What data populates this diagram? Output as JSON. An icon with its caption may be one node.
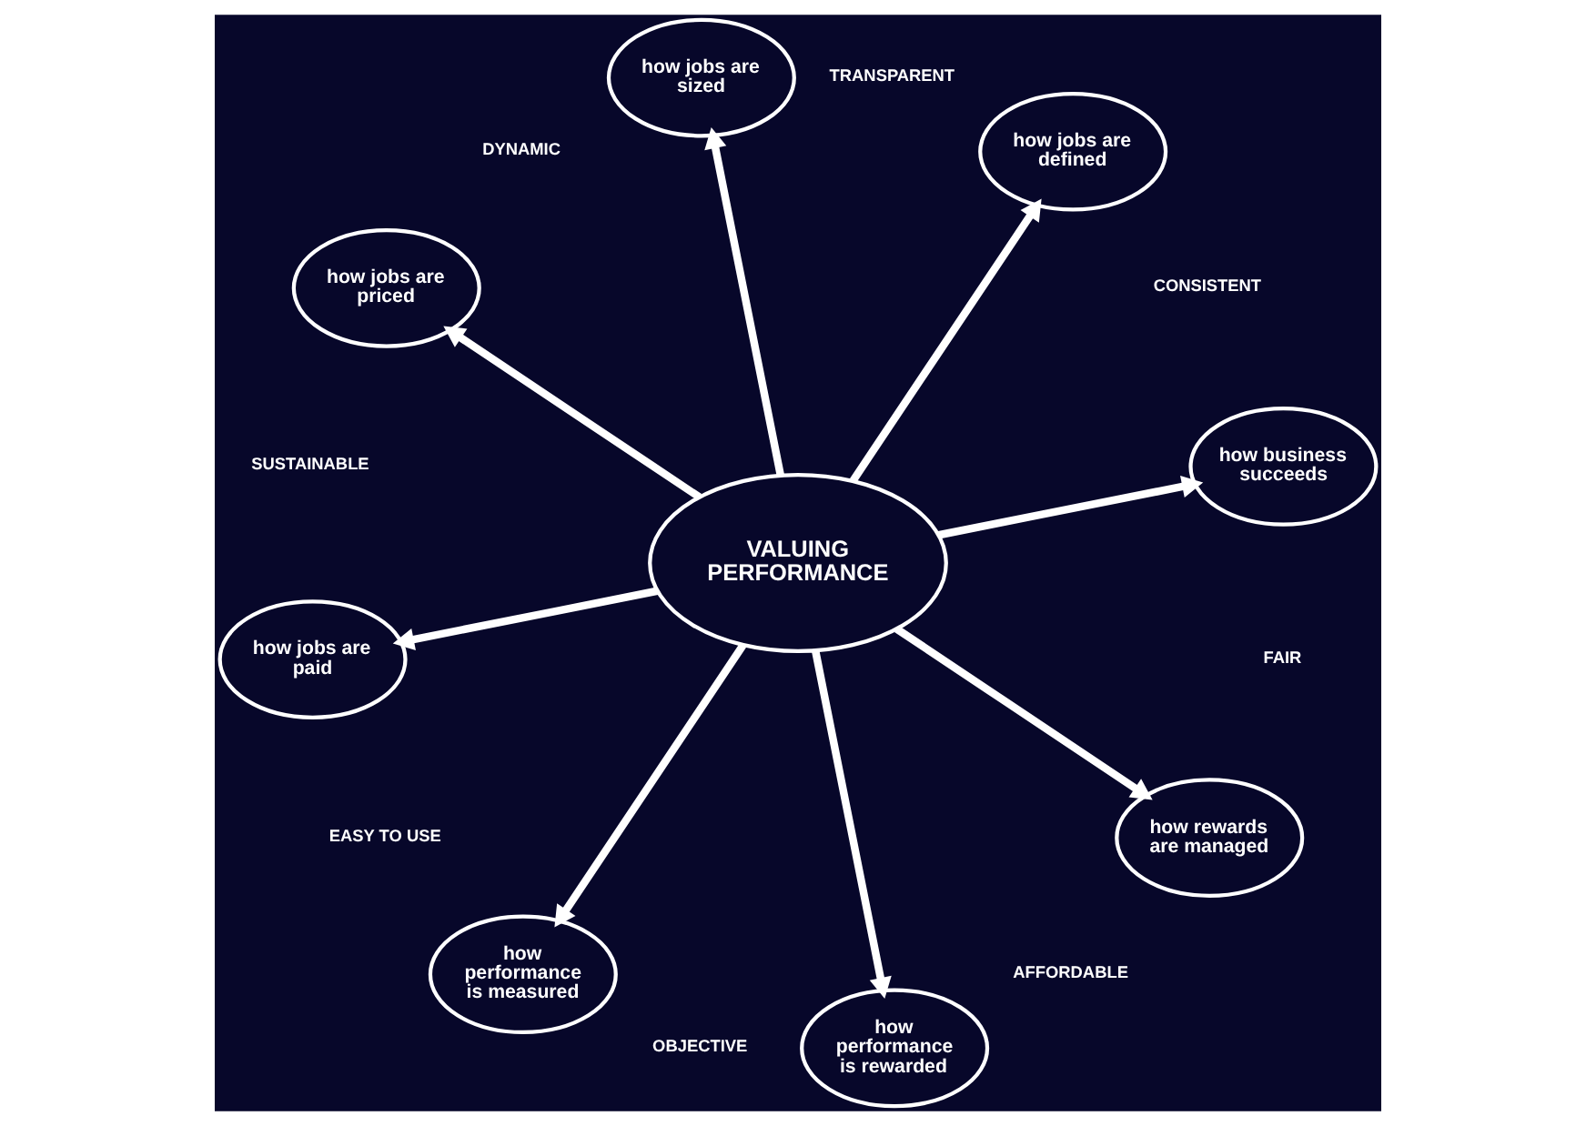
{
  "diagram": {
    "nodes": [
      {
        "text": [
          "VALUING PERFORMANCE"
        ]
      },
      {
        "text": [
          "how business succeeds"
        ]
      },
      {
        "text": [
          "how jobs are defined"
        ]
      },
      {
        "text": [
          "how jobs are sized"
        ]
      },
      {
        "text": [
          "how jobs are priced"
        ]
      },
      {
        "text": [
          "how jobs are paid"
        ]
      },
      {
        "text": [
          "how performance is measured"
        ]
      },
      {
        "text": [
          "how performance is rewarded"
        ]
      },
      {
        "text": [
          "how rewards are managed"
        ]
      }
    ],
    "edges": [
      {
        "from": 0,
        "to": 1,
        "arrow": "to"
      },
      {
        "from": 0,
        "to": 2,
        "arrow": "to"
      },
      {
        "from": 0,
        "to": 3,
        "arrow": "to"
      },
      {
        "from": 0,
        "to": 4,
        "arrow": "to"
      },
      {
        "from": 0,
        "to": 5,
        "arrow": "to"
      },
      {
        "from": 0,
        "to": 6,
        "arrow": "to"
      },
      {
        "from": 0,
        "to": 7,
        "arrow": "to"
      },
      {
        "from": 0,
        "to": 8,
        "arrow": "to"
      }
    ],
    "labels": [
      "FAIR",
      "CONSISTENT",
      "AFFORDABLE",
      "TRANSPARENT",
      "OBJECTIVE",
      "DYNAMIC",
      "EASY TO USE",
      "SUSTAINABLE"
    ]
  }
}
